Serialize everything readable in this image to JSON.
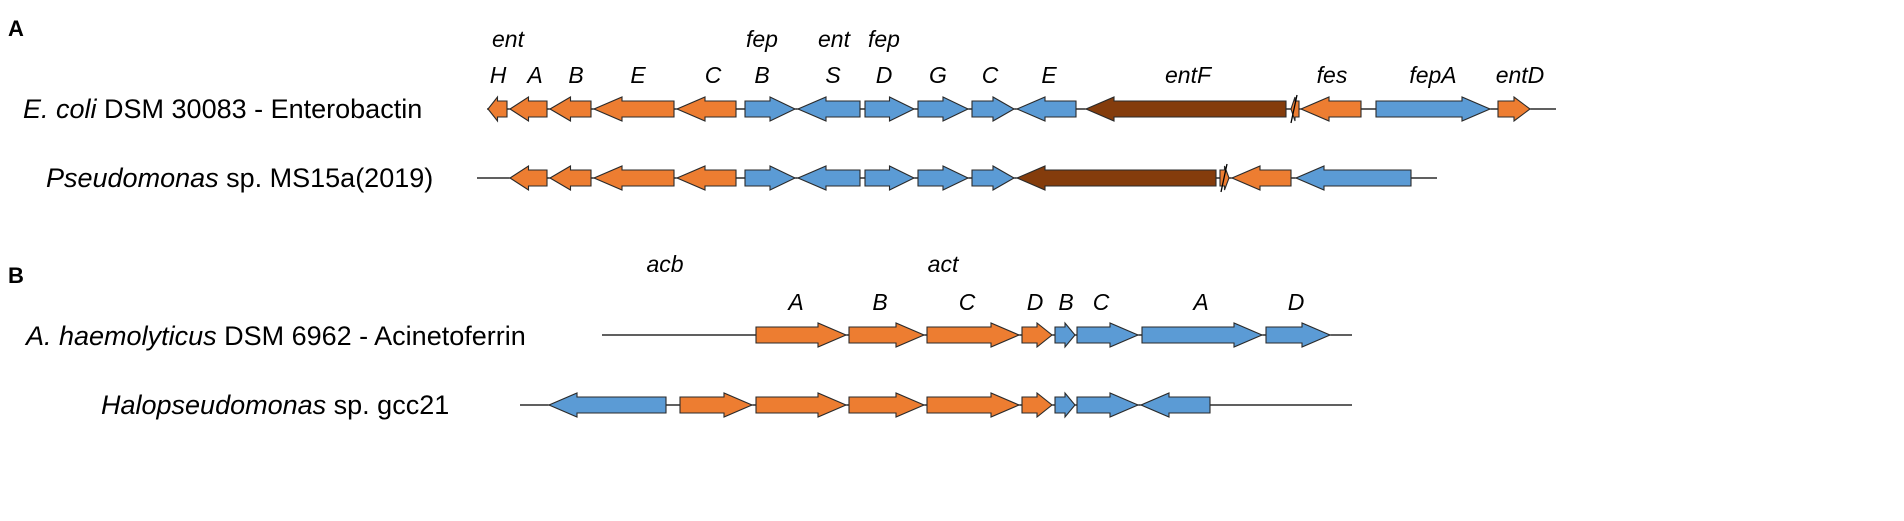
{
  "colors": {
    "orange": "#ED7D31",
    "blue": "#5B9BD5",
    "brown": "#843C0C"
  },
  "panel_a": {
    "letter": "A",
    "cluster_prefixes": [
      "ent",
      "fep",
      "ent",
      "fep"
    ],
    "organisms": [
      {
        "italic": "E. coli",
        "rest": " DSM 30083 - Enterobactin"
      },
      {
        "italic": "Pseudomonas",
        "rest": " sp. MS15a(2019)"
      }
    ],
    "gene_labels": [
      "H",
      "A",
      "B",
      "E",
      "C",
      "B",
      "S",
      "D",
      "G",
      "C",
      "E",
      "entF",
      "fes",
      "fepA",
      "entD"
    ]
  },
  "panel_b": {
    "letter": "B",
    "cluster_prefixes": [
      "acb",
      "act"
    ],
    "organisms": [
      {
        "italic": "A. haemolyticus",
        "rest": " DSM 6962 - Acinetoferrin"
      },
      {
        "italic": "Halopseudomonas",
        "rest": " sp. gcc21"
      }
    ],
    "gene_labels": [
      "A",
      "B",
      "C",
      "D",
      "B",
      "C",
      "A",
      "D"
    ]
  }
}
